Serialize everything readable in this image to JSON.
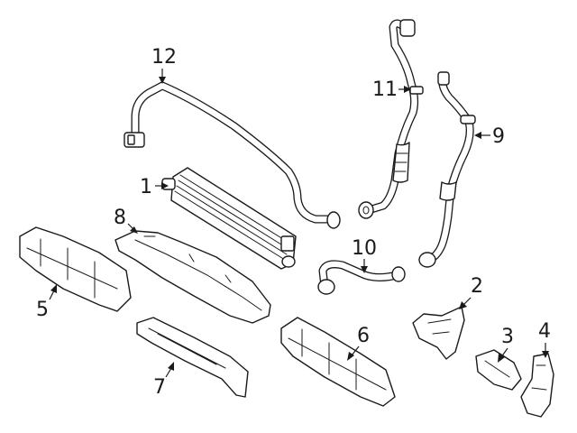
{
  "colors": {
    "line": "#1a1a1a",
    "background": "#ffffff"
  },
  "callouts": [
    {
      "id": "1",
      "label": "1"
    },
    {
      "id": "2",
      "label": "2"
    },
    {
      "id": "3",
      "label": "3"
    },
    {
      "id": "4",
      "label": "4"
    },
    {
      "id": "5",
      "label": "5"
    },
    {
      "id": "6",
      "label": "6"
    },
    {
      "id": "7",
      "label": "7"
    },
    {
      "id": "8",
      "label": "8"
    },
    {
      "id": "9",
      "label": "9"
    },
    {
      "id": "10",
      "label": "10"
    },
    {
      "id": "11",
      "label": "11"
    },
    {
      "id": "12",
      "label": "12"
    }
  ]
}
